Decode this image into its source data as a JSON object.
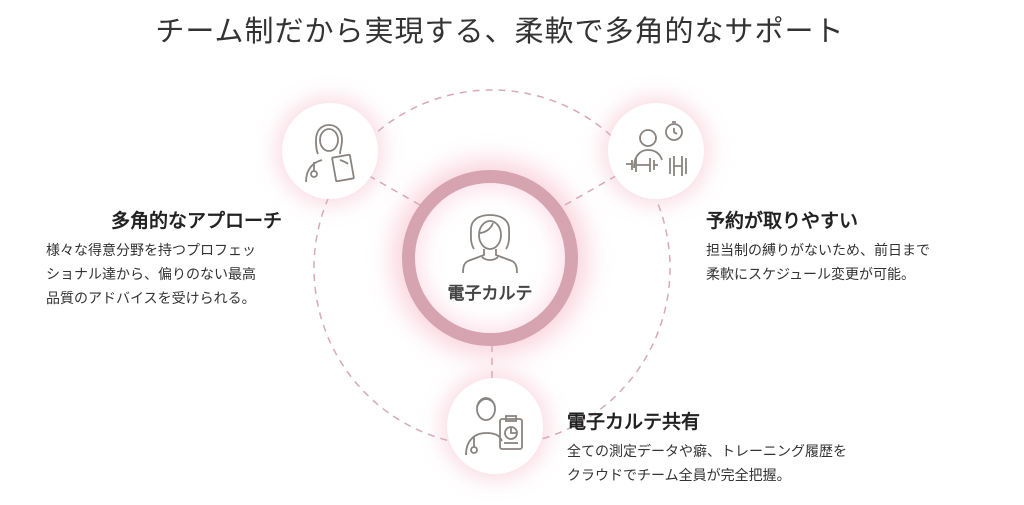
{
  "title": "チーム制だから実現する、柔軟で多角的なサポート",
  "center": {
    "label": "電子カルテ",
    "icon": "woman-icon"
  },
  "features": {
    "approach": {
      "title": "多角的なアプローチ",
      "lines": [
        "様々な得意分野を持つプロフェッ",
        "ショナル達から、偏りのない最高",
        "品質のアドバイスを受けられる。"
      ],
      "icon": "doctor-clipboard-icon"
    },
    "booking": {
      "title": "予約が取りやすい",
      "lines": [
        "担当制の縛りがないため、前日まで",
        "柔軟にスケジュール変更が可能。"
      ],
      "icon": "trainer-dumbbell-icon"
    },
    "records": {
      "title": "電子カルテ共有",
      "lines": [
        "全ての測定データや癖、トレーニング履歴を",
        "クラウドでチーム全員が完全把握。"
      ],
      "icon": "doctor-chart-icon"
    }
  },
  "colors": {
    "ring": "#d6a3b1",
    "dash": "#d8a9b5",
    "icon": "#8a8480"
  }
}
